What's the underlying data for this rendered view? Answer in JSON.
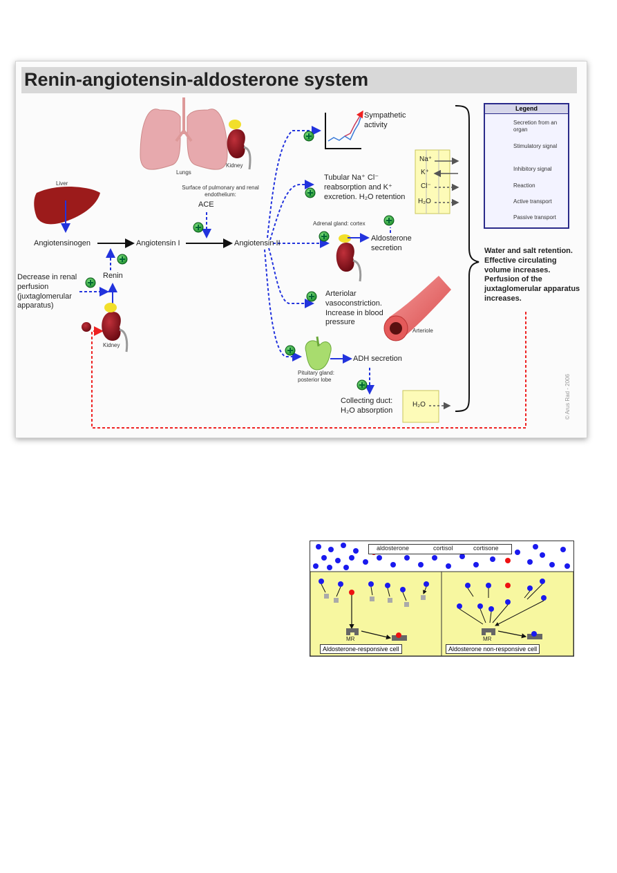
{
  "figure1": {
    "title": "Renin-angiotensin-aldosterone system",
    "nodes": {
      "liver": "Liver",
      "lungs": "Lungs",
      "kidney_top": "Kidney",
      "kidney_bottom": "Kidney",
      "ace_site": "Surface of pulmonary and renal endothelium:",
      "ace": "ACE",
      "angiotensinogen": "Angiotensinogen",
      "angiotensin1": "Angiotensin I",
      "angiotensin2": "Angiotensin II",
      "renin": "Renin",
      "decrease": "Decrease in renal perfusion (juxtaglomerular apparatus)",
      "sympathetic": "Sympathetic activity",
      "tubular": "Tubular Na⁺ Cl⁻ reabsorption and K⁺ excretion. H₂O retention",
      "adrenal": "Adrenal gland: cortex",
      "aldosterone": "Aldosterone secretion",
      "arteriolar": "Arteriolar vasoconstriction. Increase in blood pressure",
      "arteriole": "Arteriole",
      "pituitary": "Pituitary gland: posterior lobe",
      "adh": "ADH secretion",
      "collecting": "Collecting duct: H₂O absorption",
      "result": "Water and salt retention. Effective circulating volume increases. Perfusion of the juxtaglomerular apparatus increases.",
      "copyright": "© Arus Rad - 2006"
    },
    "ions": [
      "Na⁺",
      "K⁺",
      "Cl⁻",
      "H₂O"
    ],
    "duct_ion": "H₂O",
    "legend": {
      "title": "Legend",
      "items": [
        "Secretion from an organ",
        "Stimulatory signal",
        "Inhibitory signal",
        "Reaction",
        "Active transport",
        "Passive transport"
      ]
    },
    "colors": {
      "stimulatory": "#2233dd",
      "inhibitory": "#ee2222",
      "green": "#22aa44",
      "organ": "#8b1a1a"
    }
  },
  "figure2": {
    "legend": [
      "aldosterone",
      "cortisol",
      "cortisone"
    ],
    "receptor_left": "MR",
    "receptor_right": "MR",
    "caption_left": "Aldosterone-responsive cell",
    "caption_right": "Aldosterone non-responsive cell",
    "colors": {
      "aldosterone": "#ee1111",
      "cortisol": "#1a1aee",
      "cortisone": "#aaaaaa",
      "cell": "#f7f7a0"
    }
  }
}
